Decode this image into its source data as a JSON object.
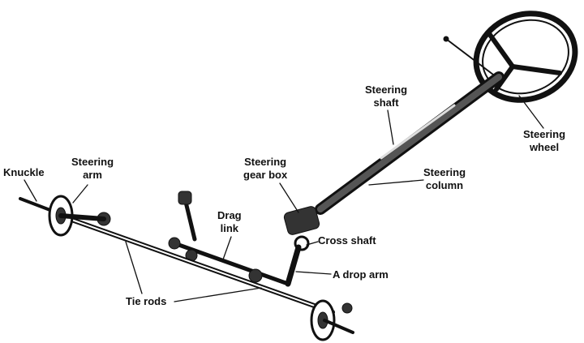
{
  "labels": {
    "knuckle": "Knuckle",
    "steering_arm": [
      "Steering",
      "arm"
    ],
    "drag_link": [
      "Drag",
      "link"
    ],
    "steering_gear_box": [
      "Steering",
      "gear box"
    ],
    "steering_shaft": [
      "Steering",
      "shaft"
    ],
    "steering_wheel": [
      "Steering",
      "wheel"
    ],
    "steering_column": [
      "Steering",
      "column"
    ],
    "cross_shaft": "Cross shaft",
    "drop_arm": "A drop arm",
    "tie_rods": "Tie rods"
  }
}
